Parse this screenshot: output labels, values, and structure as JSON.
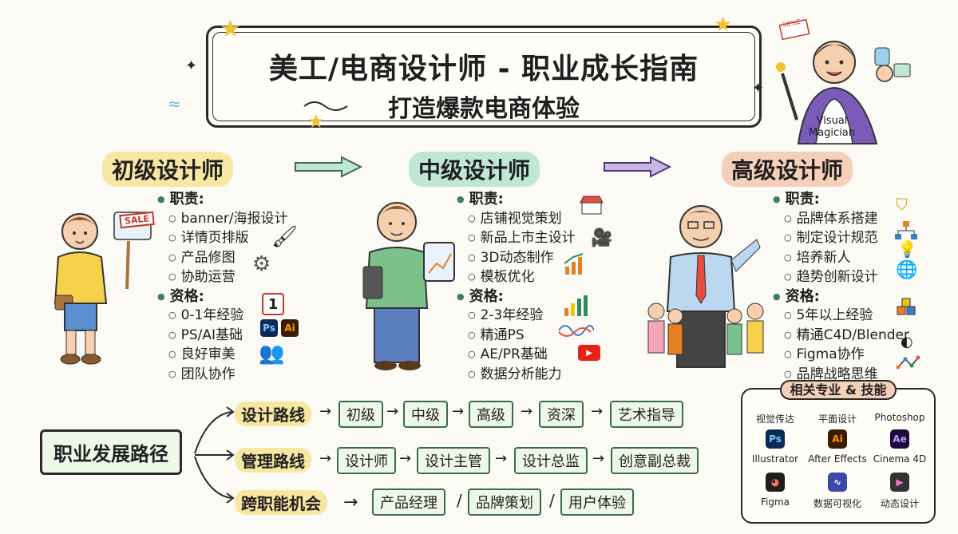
{
  "title": {
    "main": "美工/电商设计师 - 职业成长指南",
    "sub": "打造爆款电商体验"
  },
  "mascot": {
    "label_line1": "Visual",
    "label_line2": "Magician",
    "tag": "50%E"
  },
  "junior": {
    "title": "初级设计师",
    "duties_head": "职责:",
    "duties": [
      "banner/海报设计",
      "详情页排版",
      "产品修图",
      "协助运营"
    ],
    "quals_head": "资格:",
    "quals": [
      "0-1年经验",
      "PS/AI基础",
      "良好审美",
      "团队协作"
    ],
    "sale_tag": "SALE",
    "calendar": "1",
    "ps_badge": "Ps",
    "ai_badge": "Ai"
  },
  "mid": {
    "title": "中级设计师",
    "duties_head": "职责:",
    "duties": [
      "店铺视觉策划",
      "新品上市主设计",
      "3D动态制作",
      "模板优化"
    ],
    "quals_head": "资格:",
    "quals": [
      "2-3年经验",
      "精通PS",
      "AE/PR基础",
      "数据分析能力"
    ]
  },
  "senior": {
    "title": "高级设计师",
    "duties_head": "职责:",
    "duties": [
      "品牌体系搭建",
      "制定设计规范",
      "培养新人",
      "趋势创新设计"
    ],
    "quals_head": "资格:",
    "quals": [
      "5年以上经验",
      "精通C4D/Blender",
      "Figma协作",
      "品牌战略思维"
    ]
  },
  "career": {
    "label": "职业发展路径",
    "routes": [
      {
        "name": "设计路线",
        "steps": [
          "初级",
          "中级",
          "高级",
          "资深",
          "艺术指导"
        ]
      },
      {
        "name": "管理路线",
        "steps": [
          "设计师",
          "设计主管",
          "设计总监",
          "创意副总裁"
        ]
      },
      {
        "name": "跨职能机会",
        "steps": [
          "产品经理",
          "品牌策划",
          "用户体验"
        ]
      }
    ],
    "arrow": "→",
    "sep": "/"
  },
  "skills": {
    "title": "相关专业 & 技能",
    "row1": [
      "视觉传达",
      "平面设计",
      "Photoshop"
    ],
    "row2": [
      "Illustrator",
      "After Effects",
      "Cinema 4D"
    ],
    "row3": [
      "Figma",
      "数据可视化",
      "动态设计"
    ],
    "badges": [
      "Ps",
      "Ai",
      "Ae"
    ]
  },
  "colors": {
    "junior_bg": "#f7e7a3",
    "mid_bg": "#bfe6d6",
    "senior_bg": "#f5cfb8",
    "ps": "#0b2a55",
    "ai": "#3a1c02",
    "ae": "#1b0a3a"
  }
}
